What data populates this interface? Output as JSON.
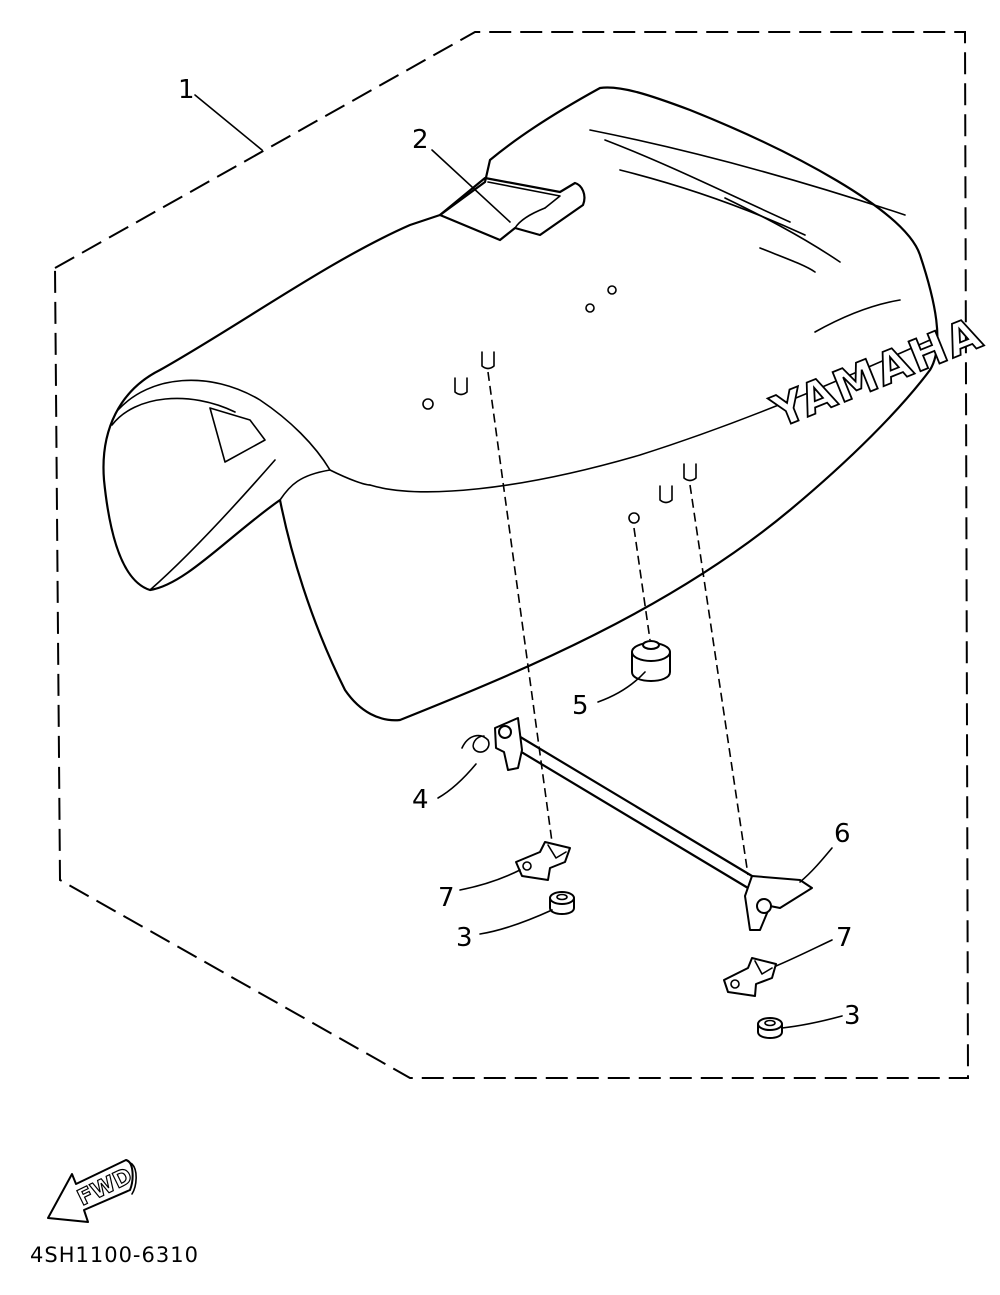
{
  "diagram": {
    "brand_label": "YAMAHA",
    "direction_label": "FWD",
    "drawing_code": "4SH1100-6310",
    "callouts": {
      "seat": "1",
      "strap": "2",
      "nut_left": "3",
      "nut_right": "3",
      "spring": "4",
      "damper": "5",
      "hinge_bar": "6",
      "bracket_left": "7",
      "bracket_right": "7"
    }
  }
}
